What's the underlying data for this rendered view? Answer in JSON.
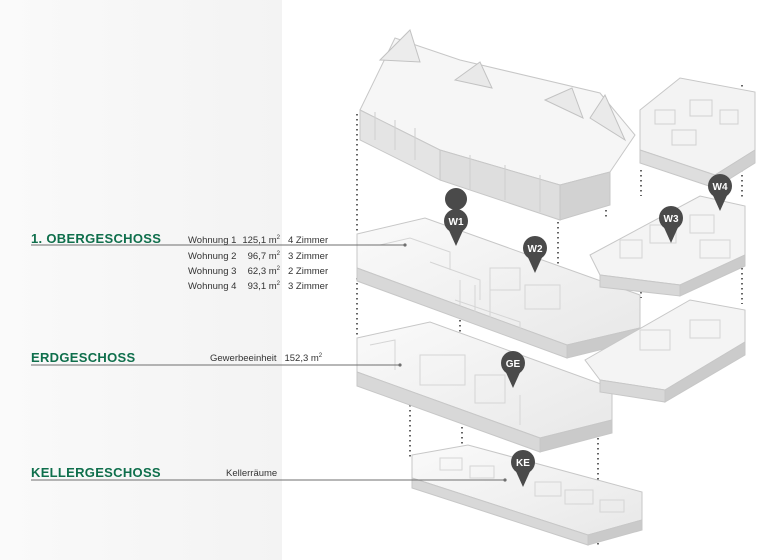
{
  "floors": {
    "og": {
      "title": "1. OBERGESCHOSS",
      "units": [
        {
          "name": "Wohnung 1",
          "area": "125,1 m",
          "rooms": "4 Zimmer"
        },
        {
          "name": "Wohnung 2",
          "area": "96,7 m",
          "rooms": "3 Zimmer"
        },
        {
          "name": "Wohnung 3",
          "area": "62,3 m",
          "rooms": "2 Zimmer"
        },
        {
          "name": "Wohnung 4",
          "area": "93,1 m",
          "rooms": "3 Zimmer"
        }
      ]
    },
    "eg": {
      "title": "ERDGESCHOSS",
      "unit_name": "Gewerbeeinheit",
      "unit_area": "152,3 m"
    },
    "kg": {
      "title": "KELLERGESCHOSS",
      "unit_name": "Kellerräume"
    }
  },
  "area_superscript": "2",
  "markers": {
    "w1": "W1",
    "w2": "W2",
    "w3": "W3",
    "w4": "W4",
    "ge": "GE",
    "ke": "KE"
  },
  "colors": {
    "accent_green": "#0f6f4c",
    "marker_gray": "#4a4a4a",
    "model_white": "#f4f4f4",
    "model_shade": "#d9d9d9"
  }
}
